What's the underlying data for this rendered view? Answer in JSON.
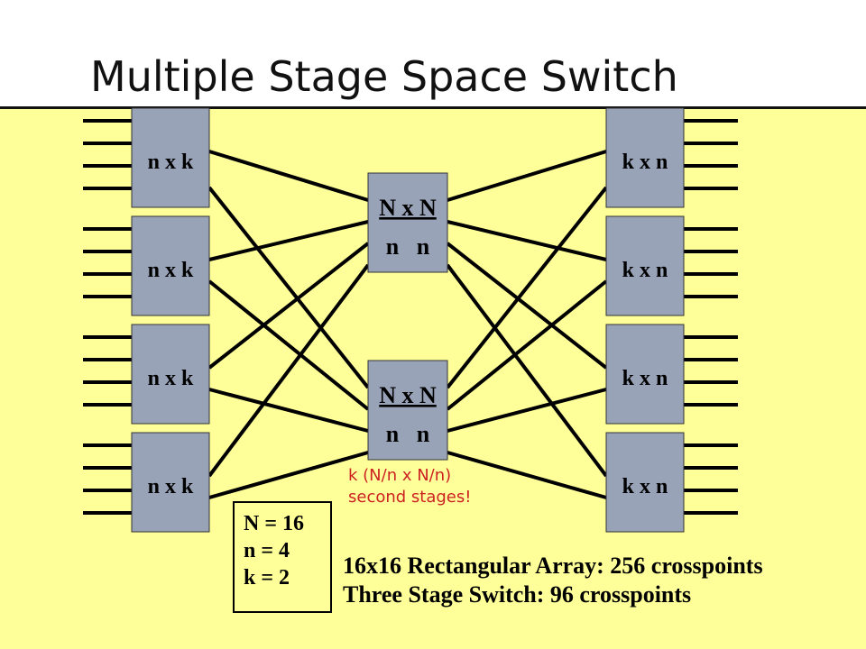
{
  "title": "Multiple Stage Space Switch",
  "diagram": {
    "first_stage": [
      "n x k",
      "n x k",
      "n x k",
      "n x k"
    ],
    "second_stage": [
      {
        "top": "N x N",
        "bottom": "n   n"
      },
      {
        "top": "N x N",
        "bottom": "n   n"
      }
    ],
    "third_stage": [
      "k x n",
      "k x n",
      "k x n",
      "k x n"
    ]
  },
  "params": [
    "N = 16",
    "n = 4",
    "k = 2"
  ],
  "note": [
    "k (N/n x N/n)",
    "second stages!"
  ],
  "summary": [
    "16x16 Rectangular Array: 256 crosspoints",
    "Three Stage Switch: 96 crosspoints"
  ],
  "colors": {
    "panel": "#ffff99",
    "box": "#99a3b8",
    "note": "#cc2222"
  }
}
